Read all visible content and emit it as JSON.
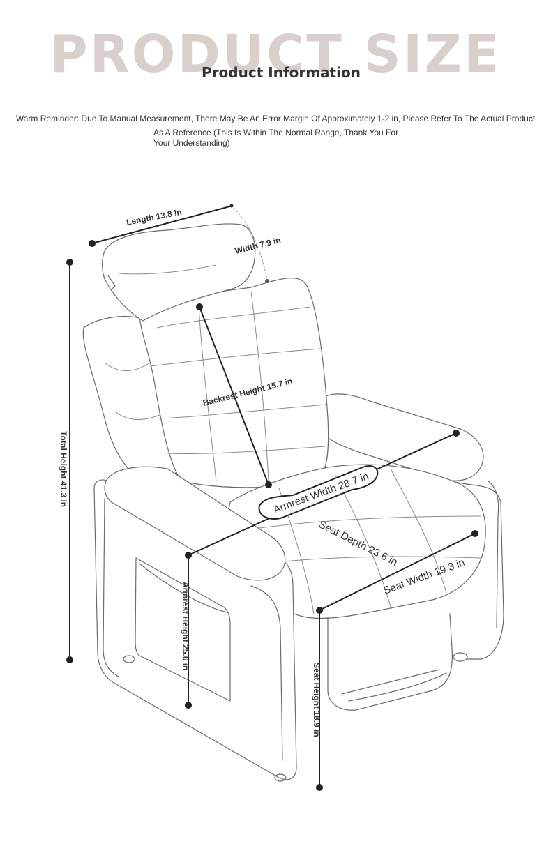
{
  "header": {
    "watermark": "PRODUCT SIZE",
    "title": "Product Information",
    "reminder_line1": "Warm Reminder: Due To Manual Measurement, There May Be An Error Margin Of Approximately 1-2 in, Please Refer To The Actual Product",
    "reminder_line2": "As A Reference (This Is Within The Normal Range, Thank You For Your Understanding)"
  },
  "dimensions": {
    "length": "Length 13.8 in",
    "width": "Width 7.9 in",
    "backrest_height": "Backrest Height 15.7 in",
    "total_height": "Total Height 41.3 in",
    "armrest_width": "Armrest Width 28.7 in",
    "seat_depth": "Seat Depth 23.6 in",
    "seat_width": "Seat Width 19.3 in",
    "armrest_height": "Armrest Height 25.6 in",
    "seat_height": "Seat Height 18.9 in"
  },
  "colors": {
    "text": "#333333",
    "watermark": "#d9cfcd",
    "dimension_line": "#222222",
    "outline": "#6a6a6a"
  }
}
